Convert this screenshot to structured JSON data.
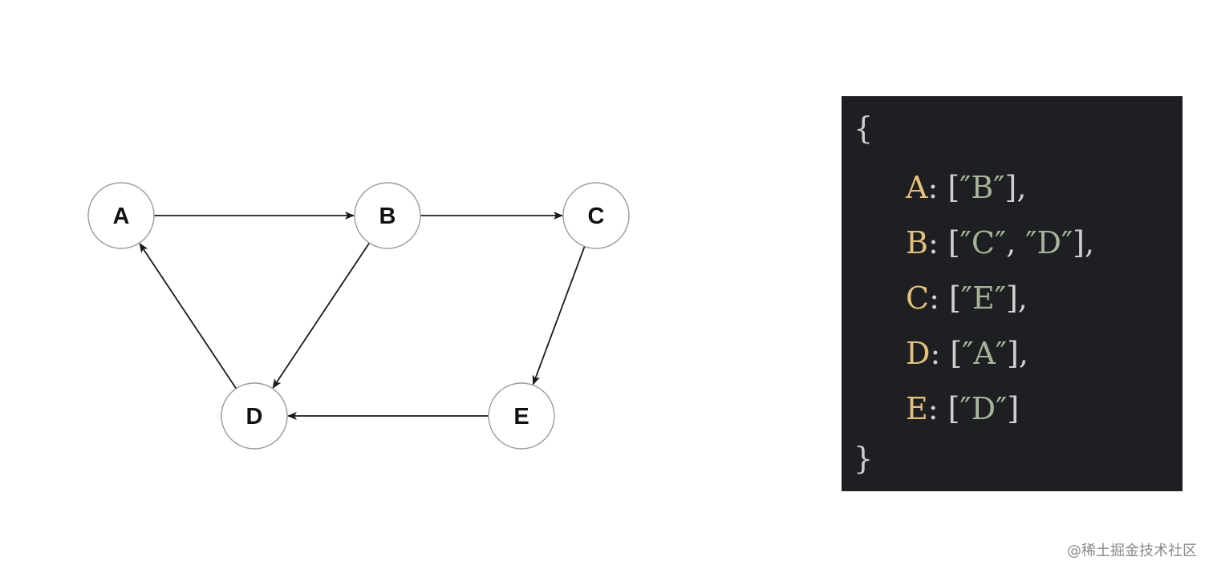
{
  "graph": {
    "nodes": [
      {
        "id": "A",
        "label": "A"
      },
      {
        "id": "B",
        "label": "B"
      },
      {
        "id": "C",
        "label": "C"
      },
      {
        "id": "D",
        "label": "D"
      },
      {
        "id": "E",
        "label": "E"
      }
    ],
    "edges": [
      {
        "from": "A",
        "to": "B"
      },
      {
        "from": "B",
        "to": "C"
      },
      {
        "from": "B",
        "to": "D"
      },
      {
        "from": "C",
        "to": "E"
      },
      {
        "from": "D",
        "to": "A"
      },
      {
        "from": "E",
        "to": "D"
      }
    ]
  },
  "code": {
    "open_brace": "{",
    "close_brace": "}",
    "lines": [
      {
        "key": "A",
        "sep": ": ",
        "open": "[",
        "items": [
          "″B″"
        ],
        "close": "]",
        "trail": ","
      },
      {
        "key": "B",
        "sep": ": ",
        "open": "[",
        "items": [
          "″C″",
          "″D″"
        ],
        "close": "]",
        "trail": ","
      },
      {
        "key": "C",
        "sep": ": ",
        "open": "[",
        "items": [
          "″E″"
        ],
        "close": "]",
        "trail": ","
      },
      {
        "key": "D",
        "sep": ": ",
        "open": "[",
        "items": [
          "″A″"
        ],
        "close": "]",
        "trail": ","
      },
      {
        "key": "E",
        "sep": ": ",
        "open": "[",
        "items": [
          "″D″"
        ],
        "close": "]",
        "trail": ""
      }
    ]
  },
  "colors": {
    "panel_bg": "#1e1f22",
    "key": "#e5c07b",
    "string": "#a6b59a",
    "punct": "#d0d0d0"
  },
  "watermark": "@稀土掘金技术社区"
}
